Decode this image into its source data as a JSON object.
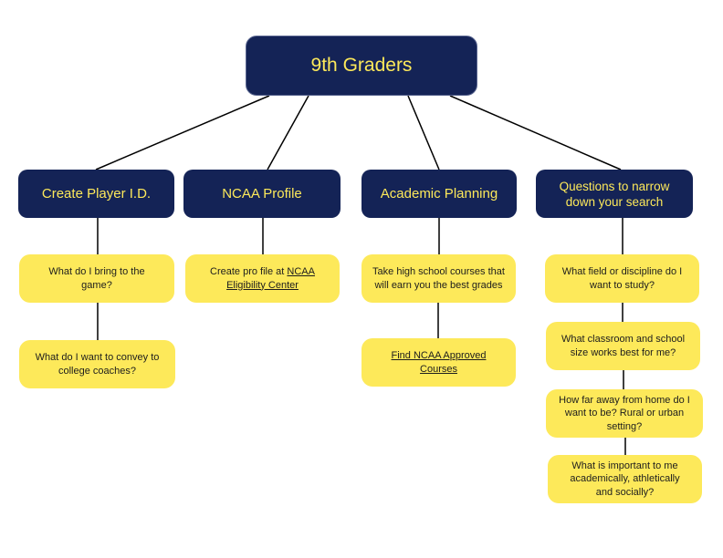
{
  "root": {
    "label": "9th Graders"
  },
  "colors": {
    "navy": "#142356",
    "yellow": "#fde95a",
    "line": "#000000"
  },
  "categories": [
    {
      "label": "Create Player I.D."
    },
    {
      "label": "NCAA Profile"
    },
    {
      "label": "Academic Planning"
    },
    {
      "label": "Questions to narrow down your search"
    }
  ],
  "leaves": {
    "player_id": [
      {
        "text": "What do I bring to the game?"
      },
      {
        "text": "What do I want to convey to college coaches?"
      }
    ],
    "ncaa_profile": [
      {
        "prefix": "Create pro file at ",
        "link": "NCAA Eligibility Center"
      }
    ],
    "academic": [
      {
        "text": "Take high school courses that will earn you the best grades"
      },
      {
        "link": "Find NCAA Approved Courses"
      }
    ],
    "questions": [
      {
        "text": "What field or discipline do I want to study?"
      },
      {
        "text": "What classroom and school size works best for me?"
      },
      {
        "text": "How far away from home do I want to be?  Rural or urban setting?"
      },
      {
        "text": "What is important to me academically, athletically and socially?"
      }
    ]
  }
}
